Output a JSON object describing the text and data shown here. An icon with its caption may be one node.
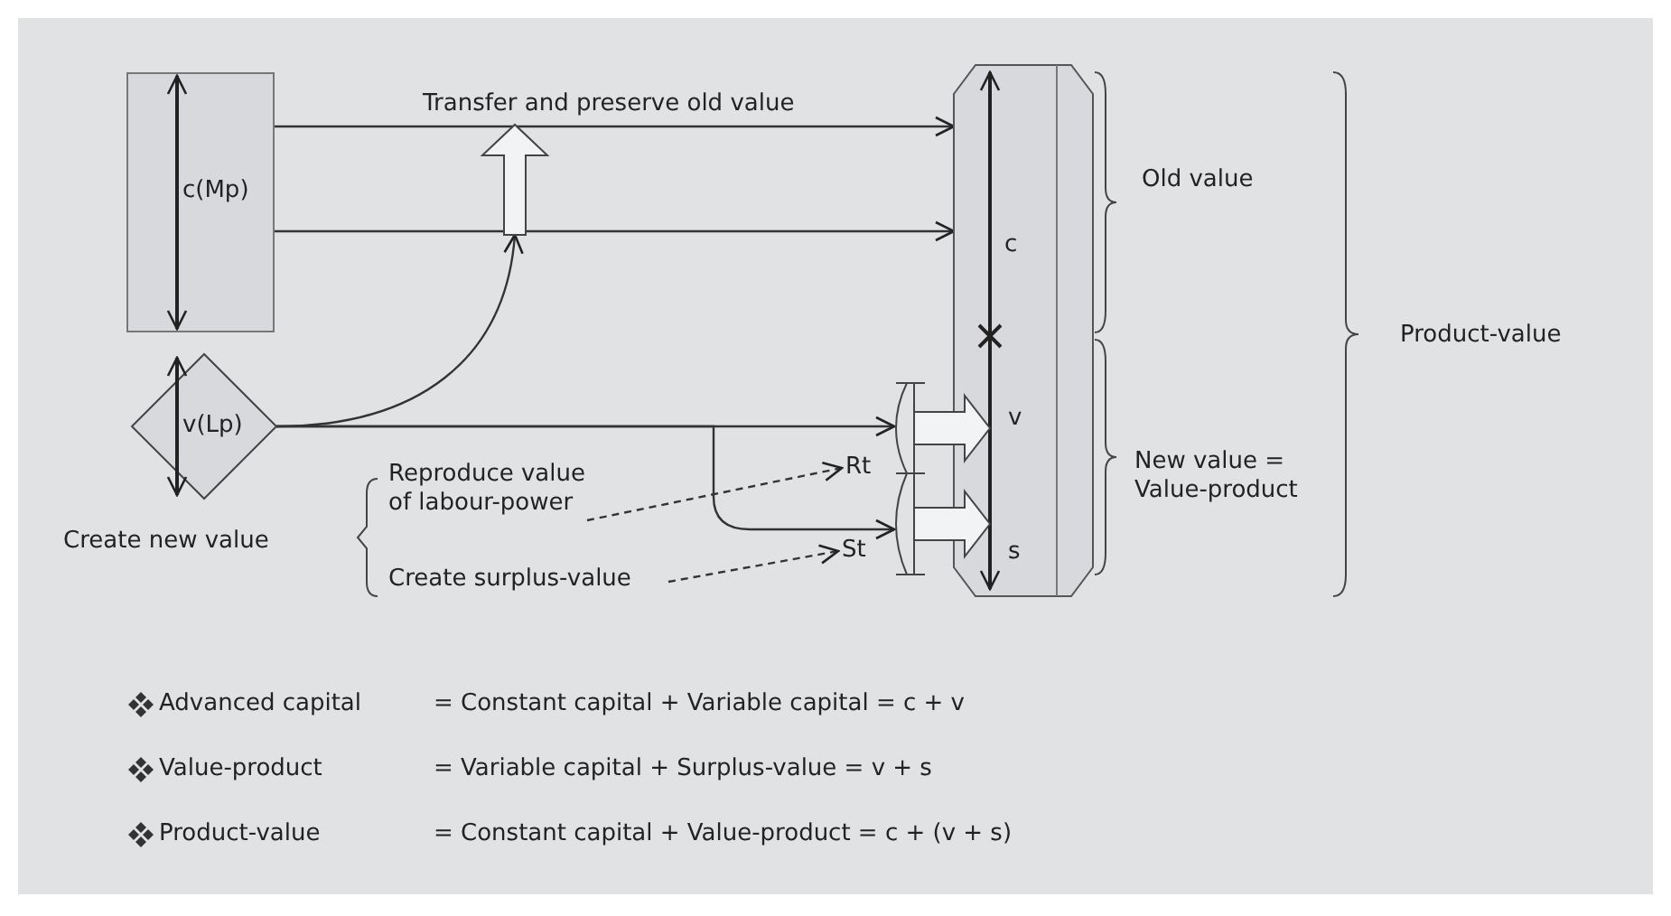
{
  "diagram": {
    "nodes": [
      {
        "text": [
          "c(Mp)"
        ]
      },
      {
        "text": [
          "v(Lp)"
        ]
      },
      {
        "text": [
          "c",
          "v",
          "s"
        ]
      },
      {
        "text": [],
        "shape": "arrow"
      },
      {
        "text": [
          "Rt"
        ]
      },
      {
        "text": [
          "St"
        ]
      },
      {
        "text": [
          "Reproduce value of labour-power"
        ]
      },
      {
        "text": [
          "Create surplus-value"
        ]
      }
    ],
    "edges": [
      {
        "from": 0,
        "to": 2,
        "arrow": "to",
        "label": "Transfer and preserve old value"
      },
      {
        "from": 0,
        "to": 2,
        "arrow": "to"
      },
      {
        "from": 1,
        "to": 3,
        "arrow": "to"
      },
      {
        "from": 1,
        "to": 2,
        "arrow": "to"
      },
      {
        "from": 1,
        "to": 2,
        "arrow": "to"
      },
      {
        "from": 6,
        "to": 4,
        "arrow": "to",
        "style": "dashed"
      },
      {
        "from": 7,
        "to": 5,
        "arrow": "to",
        "style": "dashed"
      }
    ],
    "labels": [
      "Old value",
      "Product-value",
      "New value = Value-product",
      "Create new value",
      "Advanced capital",
      "= Constant capital + Variable capital = c + v",
      "Value-product",
      "= Variable capital + Surplus-value = v + s",
      "Product-value",
      "= Constant capital + Value-product = c + (v + s)"
    ]
  }
}
